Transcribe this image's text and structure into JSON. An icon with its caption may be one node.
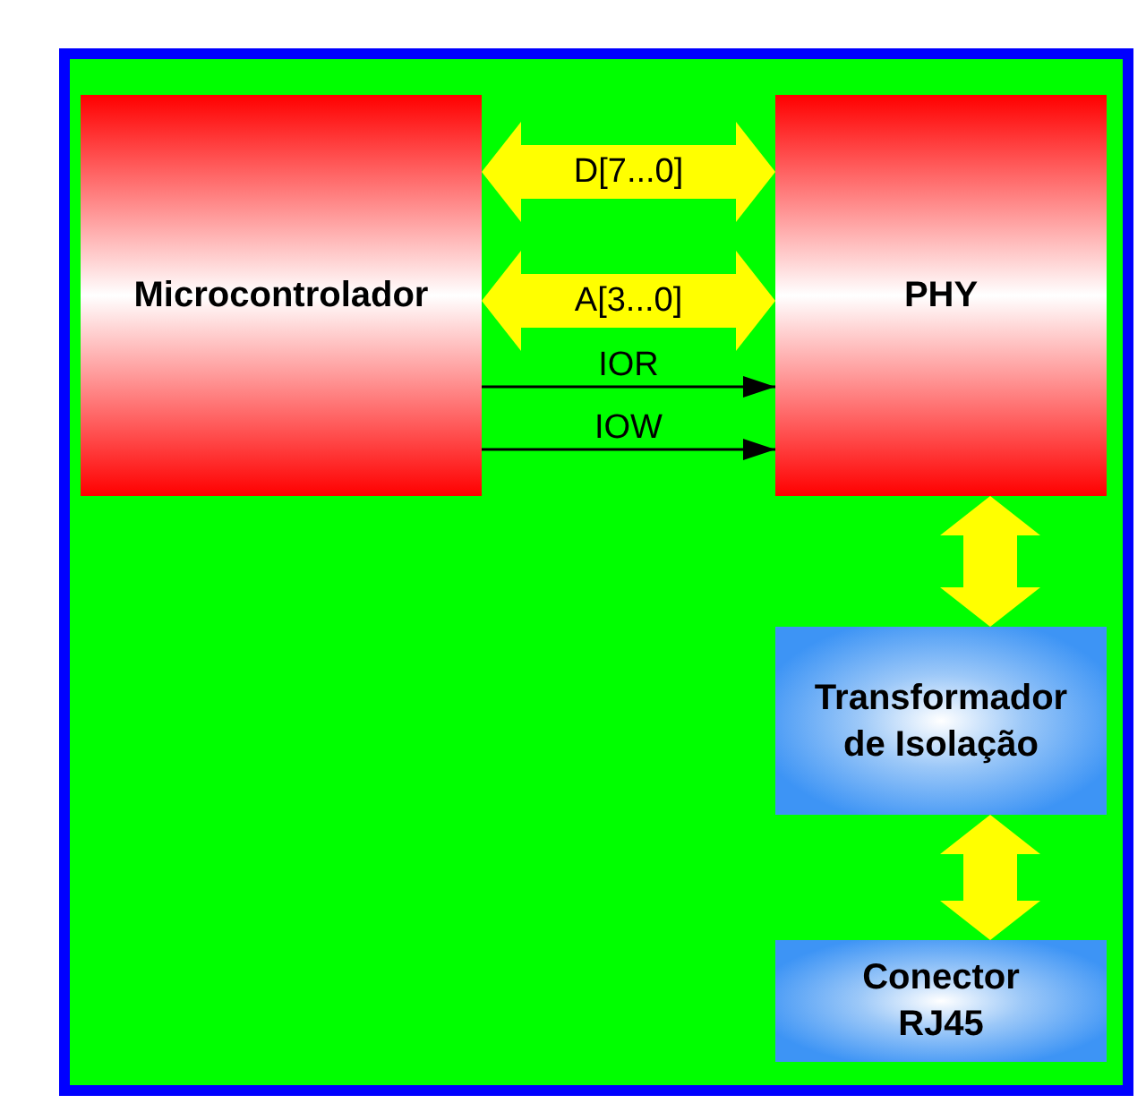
{
  "diagram": {
    "nodes": [
      {
        "text": [],
        "shape": "box"
      },
      {
        "text": [
          "Microcontrolador"
        ],
        "in": 0
      },
      {
        "text": [
          "PHY"
        ],
        "in": 0
      },
      {
        "text": [
          "Transformador de Isolação"
        ],
        "in": 0
      },
      {
        "text": [
          "Conector RJ45"
        ],
        "in": 0
      }
    ],
    "edges": [
      {
        "from": 1,
        "to": 2,
        "arrow": "both",
        "label": "D[7...0]"
      },
      {
        "from": 1,
        "to": 2,
        "arrow": "both",
        "label": "A[3...0]"
      },
      {
        "from": 1,
        "to": 2,
        "arrow": "to",
        "label": "IOR",
        "color": "#000000"
      },
      {
        "from": 1,
        "to": 2,
        "arrow": "to",
        "label": "IOW",
        "color": "#000000"
      },
      {
        "from": 2,
        "to": 3,
        "arrow": "both"
      },
      {
        "from": 3,
        "to": 4,
        "arrow": "both"
      }
    ]
  }
}
